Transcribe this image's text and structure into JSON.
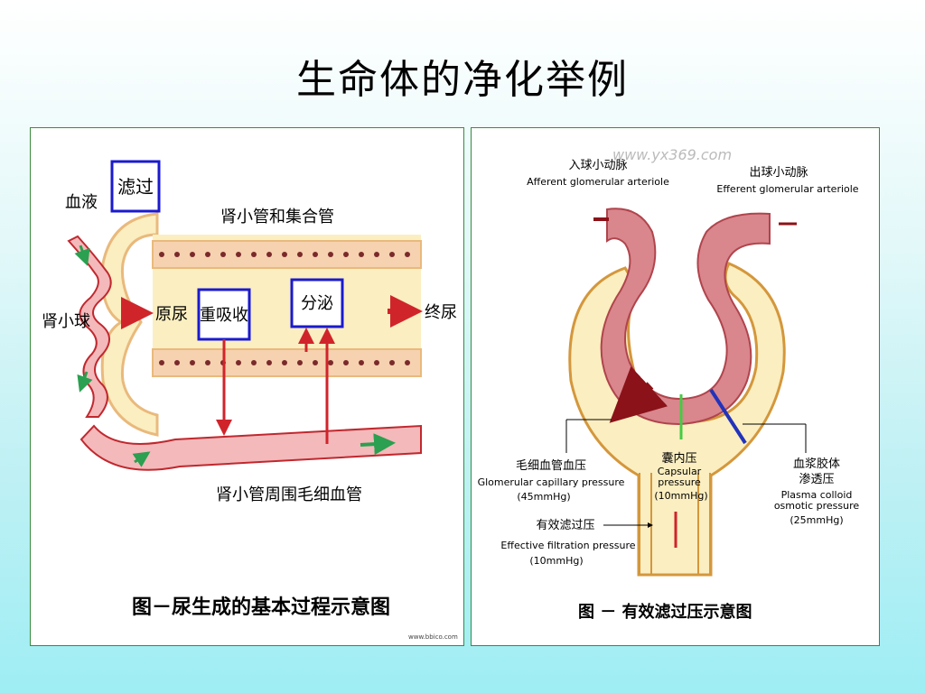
{
  "slide": {
    "title": "生命体的净化举例"
  },
  "left_figure": {
    "labels": {
      "blood": "血液",
      "filtration": "滤过",
      "tubule_and_duct": "肾小管和集合管",
      "glomerulus": "肾小球",
      "primary_urine": "原尿",
      "reabsorption": "重吸收",
      "secretion": "分泌",
      "final_urine": "终尿",
      "peritubular_capillary": "肾小管周围毛细血管"
    },
    "caption": "图－尿生成的基本过程示意图",
    "watermark": "www.bbico.com"
  },
  "right_figure": {
    "watermark": "www.yx369.com",
    "labels": {
      "afferent_cn": "入球小动脉",
      "afferent_en": "Afferent glomerular arteriole",
      "efferent_cn": "出球小动脉",
      "efferent_en": "Efferent glomerular arteriole",
      "cap_pressure_cn": "毛细血管血压",
      "cap_pressure_en": "Glomerular capillary pressure",
      "cap_pressure_val": "(45mmHg)",
      "capsular_cn": "囊内压",
      "capsular_en1": "Capsular",
      "capsular_en2": "pressure",
      "capsular_val": "(10mmHg)",
      "colloid_cn1": "血浆胶体",
      "colloid_cn2": "渗透压",
      "colloid_en1": "Plasma colloid",
      "colloid_en2": "osmotic pressure",
      "colloid_val": "(25mmHg)",
      "effective_cn": "有效滤过压",
      "effective_en": "Effective filtration pressure",
      "effective_val": "(10mmHg)"
    },
    "caption": "图 －  有效滤过压示意图"
  },
  "colors": {
    "tubule_fill": "#fbeec0",
    "tubule_wall": "#f2c98a",
    "vessel_red": "#c0282e",
    "arrow_red": "#d0242b",
    "label_box_blue": "#1a1acf",
    "flow_green": "#2aa050",
    "arteriole_pink": "#d9868d"
  }
}
